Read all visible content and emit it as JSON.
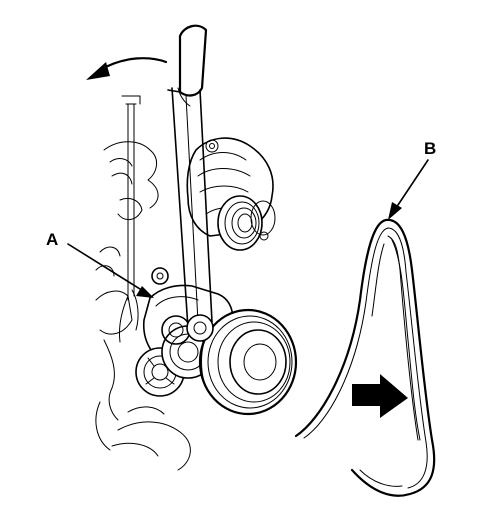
{
  "diagram": {
    "labels": {
      "a": "A",
      "b": "B"
    },
    "colors": {
      "ink": "#000000",
      "paper": "#ffffff"
    },
    "icons": {
      "rotation_arrow": "curved-arrow-counterclockwise",
      "direction_arrow": "block-arrow-right"
    }
  }
}
